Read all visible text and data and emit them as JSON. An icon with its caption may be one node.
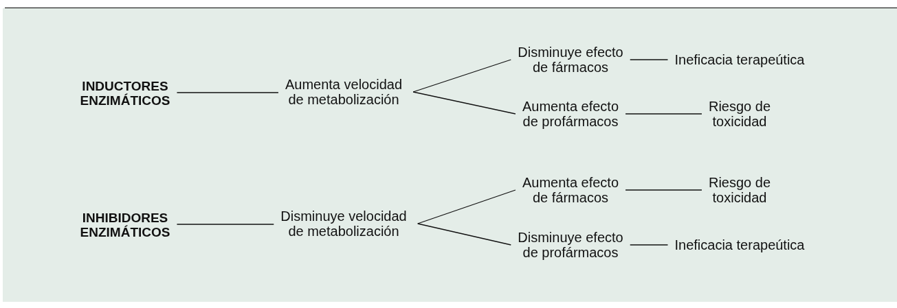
{
  "diagram": {
    "nodes": [
      {
        "text": [
          "INDUCTORES ENZIMÁTICOS"
        ]
      },
      {
        "text": [
          "Aumenta velocidad de metabolización"
        ]
      },
      {
        "text": [
          "Disminuye efecto de fármacos"
        ]
      },
      {
        "text": [
          "Ineficacia terapeútica"
        ]
      },
      {
        "text": [
          "Aumenta efecto de profármacos"
        ]
      },
      {
        "text": [
          "Riesgo de toxicidad"
        ]
      },
      {
        "text": [
          "INHIBIDORES ENZIMÁTICOS"
        ]
      },
      {
        "text": [
          "Disminuye velocidad de metabolización"
        ]
      },
      {
        "text": [
          "Aumenta efecto de fármacos"
        ]
      },
      {
        "text": [
          "Riesgo de toxicidad"
        ]
      },
      {
        "text": [
          "Disminuye efecto de profármacos"
        ]
      },
      {
        "text": [
          "Ineficacia terapeútica"
        ]
      }
    ],
    "edges": [
      {
        "from": 0,
        "to": 1,
        "arrow": "none"
      },
      {
        "from": 1,
        "to": 2,
        "arrow": "none"
      },
      {
        "from": 1,
        "to": 4,
        "arrow": "none"
      },
      {
        "from": 2,
        "to": 3,
        "arrow": "none"
      },
      {
        "from": 4,
        "to": 5,
        "arrow": "none"
      },
      {
        "from": 6,
        "to": 7,
        "arrow": "none"
      },
      {
        "from": 7,
        "to": 8,
        "arrow": "none"
      },
      {
        "from": 7,
        "to": 10,
        "arrow": "none"
      },
      {
        "from": 8,
        "to": 9,
        "arrow": "none"
      },
      {
        "from": 10,
        "to": 11,
        "arrow": "none"
      }
    ]
  }
}
